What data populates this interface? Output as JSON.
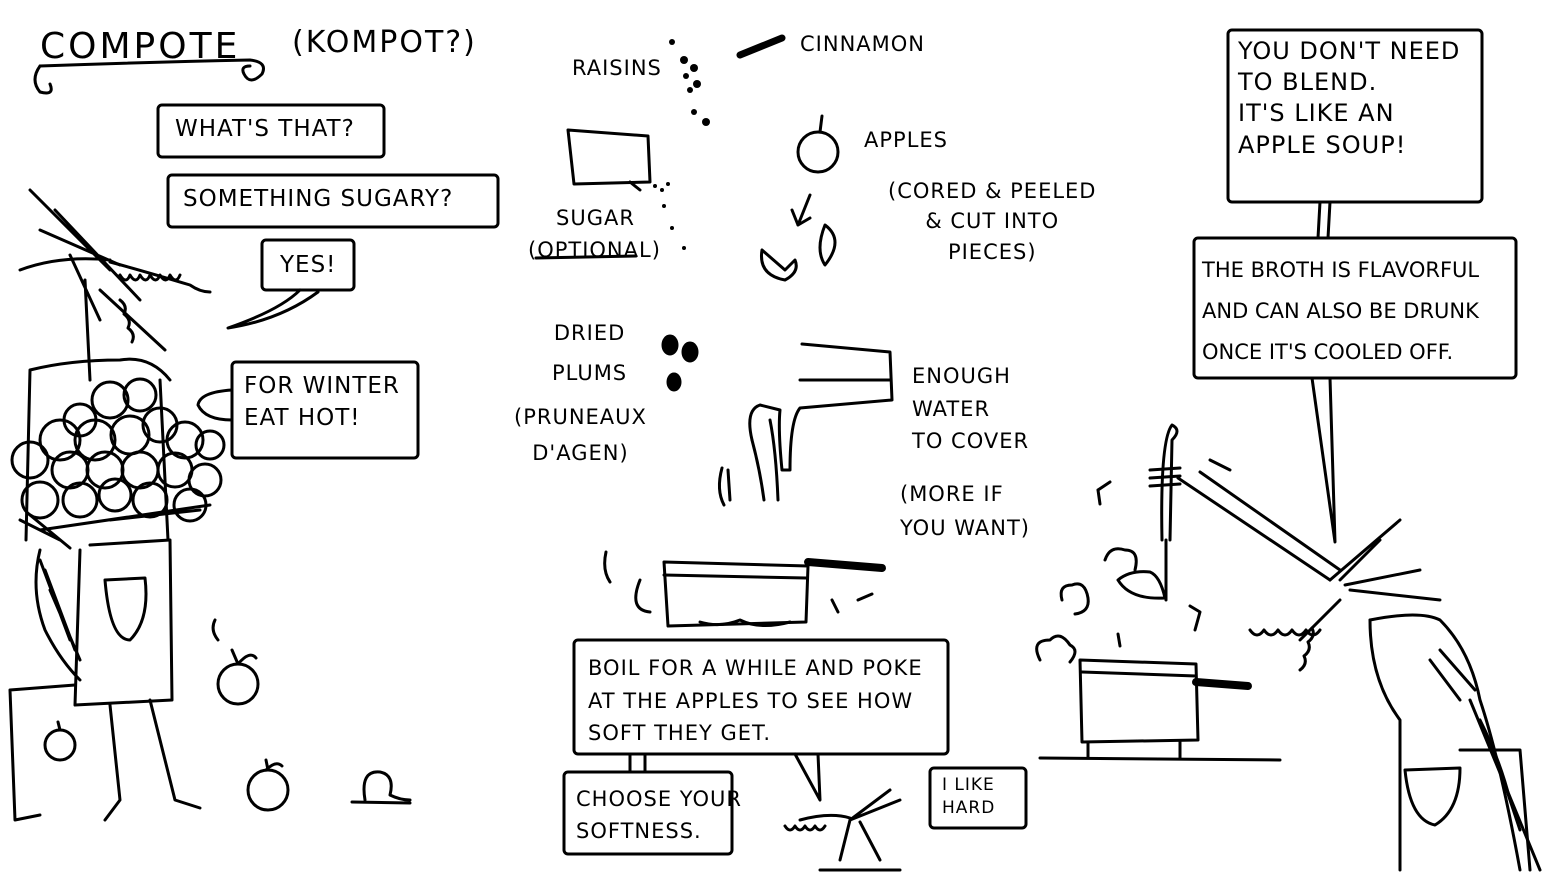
{
  "title": "COMPOTE",
  "subtitle": "(KOMPOT?)",
  "bubbles": {
    "whats_that": "WHAT'S THAT?",
    "something_sugary": "SOMETHING SUGARY?",
    "yes": "YES!",
    "for_winter": "FOR WINTER\nEAT HOT!",
    "dont_blend": "YOU DON'T NEED\nTO BLEND.\nIT'S LIKE AN\nAPPLE SOUP!",
    "broth": "THE BROTH IS FLAVORFUL\nAND CAN ALSO BE DRUNK\nONCE IT'S COOLED OFF.",
    "boil": "BOIL FOR A WHILE AND POKE\nAT THE APPLES TO SEE HOW\nSOFT THEY GET.",
    "choose": "CHOOSE YOUR\nSOFTNESS.",
    "like_hard": "I LIKE\nHARD"
  },
  "ingredients": {
    "raisins": "RAISINS",
    "cinnamon": "CINNAMON",
    "apples": "APPLES",
    "apples_note": "(CORED & PEELED\n& CUT INTO\nPIECES)",
    "sugar": "SUGAR",
    "sugar_note": "(OPTIONAL)",
    "dried_plums": "DRIED\nPLUMS",
    "dried_plums_note": "(PRUNEAUX\nD'AGEN)",
    "water": "ENOUGH\nWATER\nTO COVER",
    "water_note": "(MORE IF\nYOU WANT)"
  },
  "icons": [
    "sugar-box-icon",
    "apple-icon",
    "plum-icon",
    "hand-pouring-water-icon",
    "cooking-pot-icon",
    "ladle-icon",
    "steam-icon"
  ]
}
